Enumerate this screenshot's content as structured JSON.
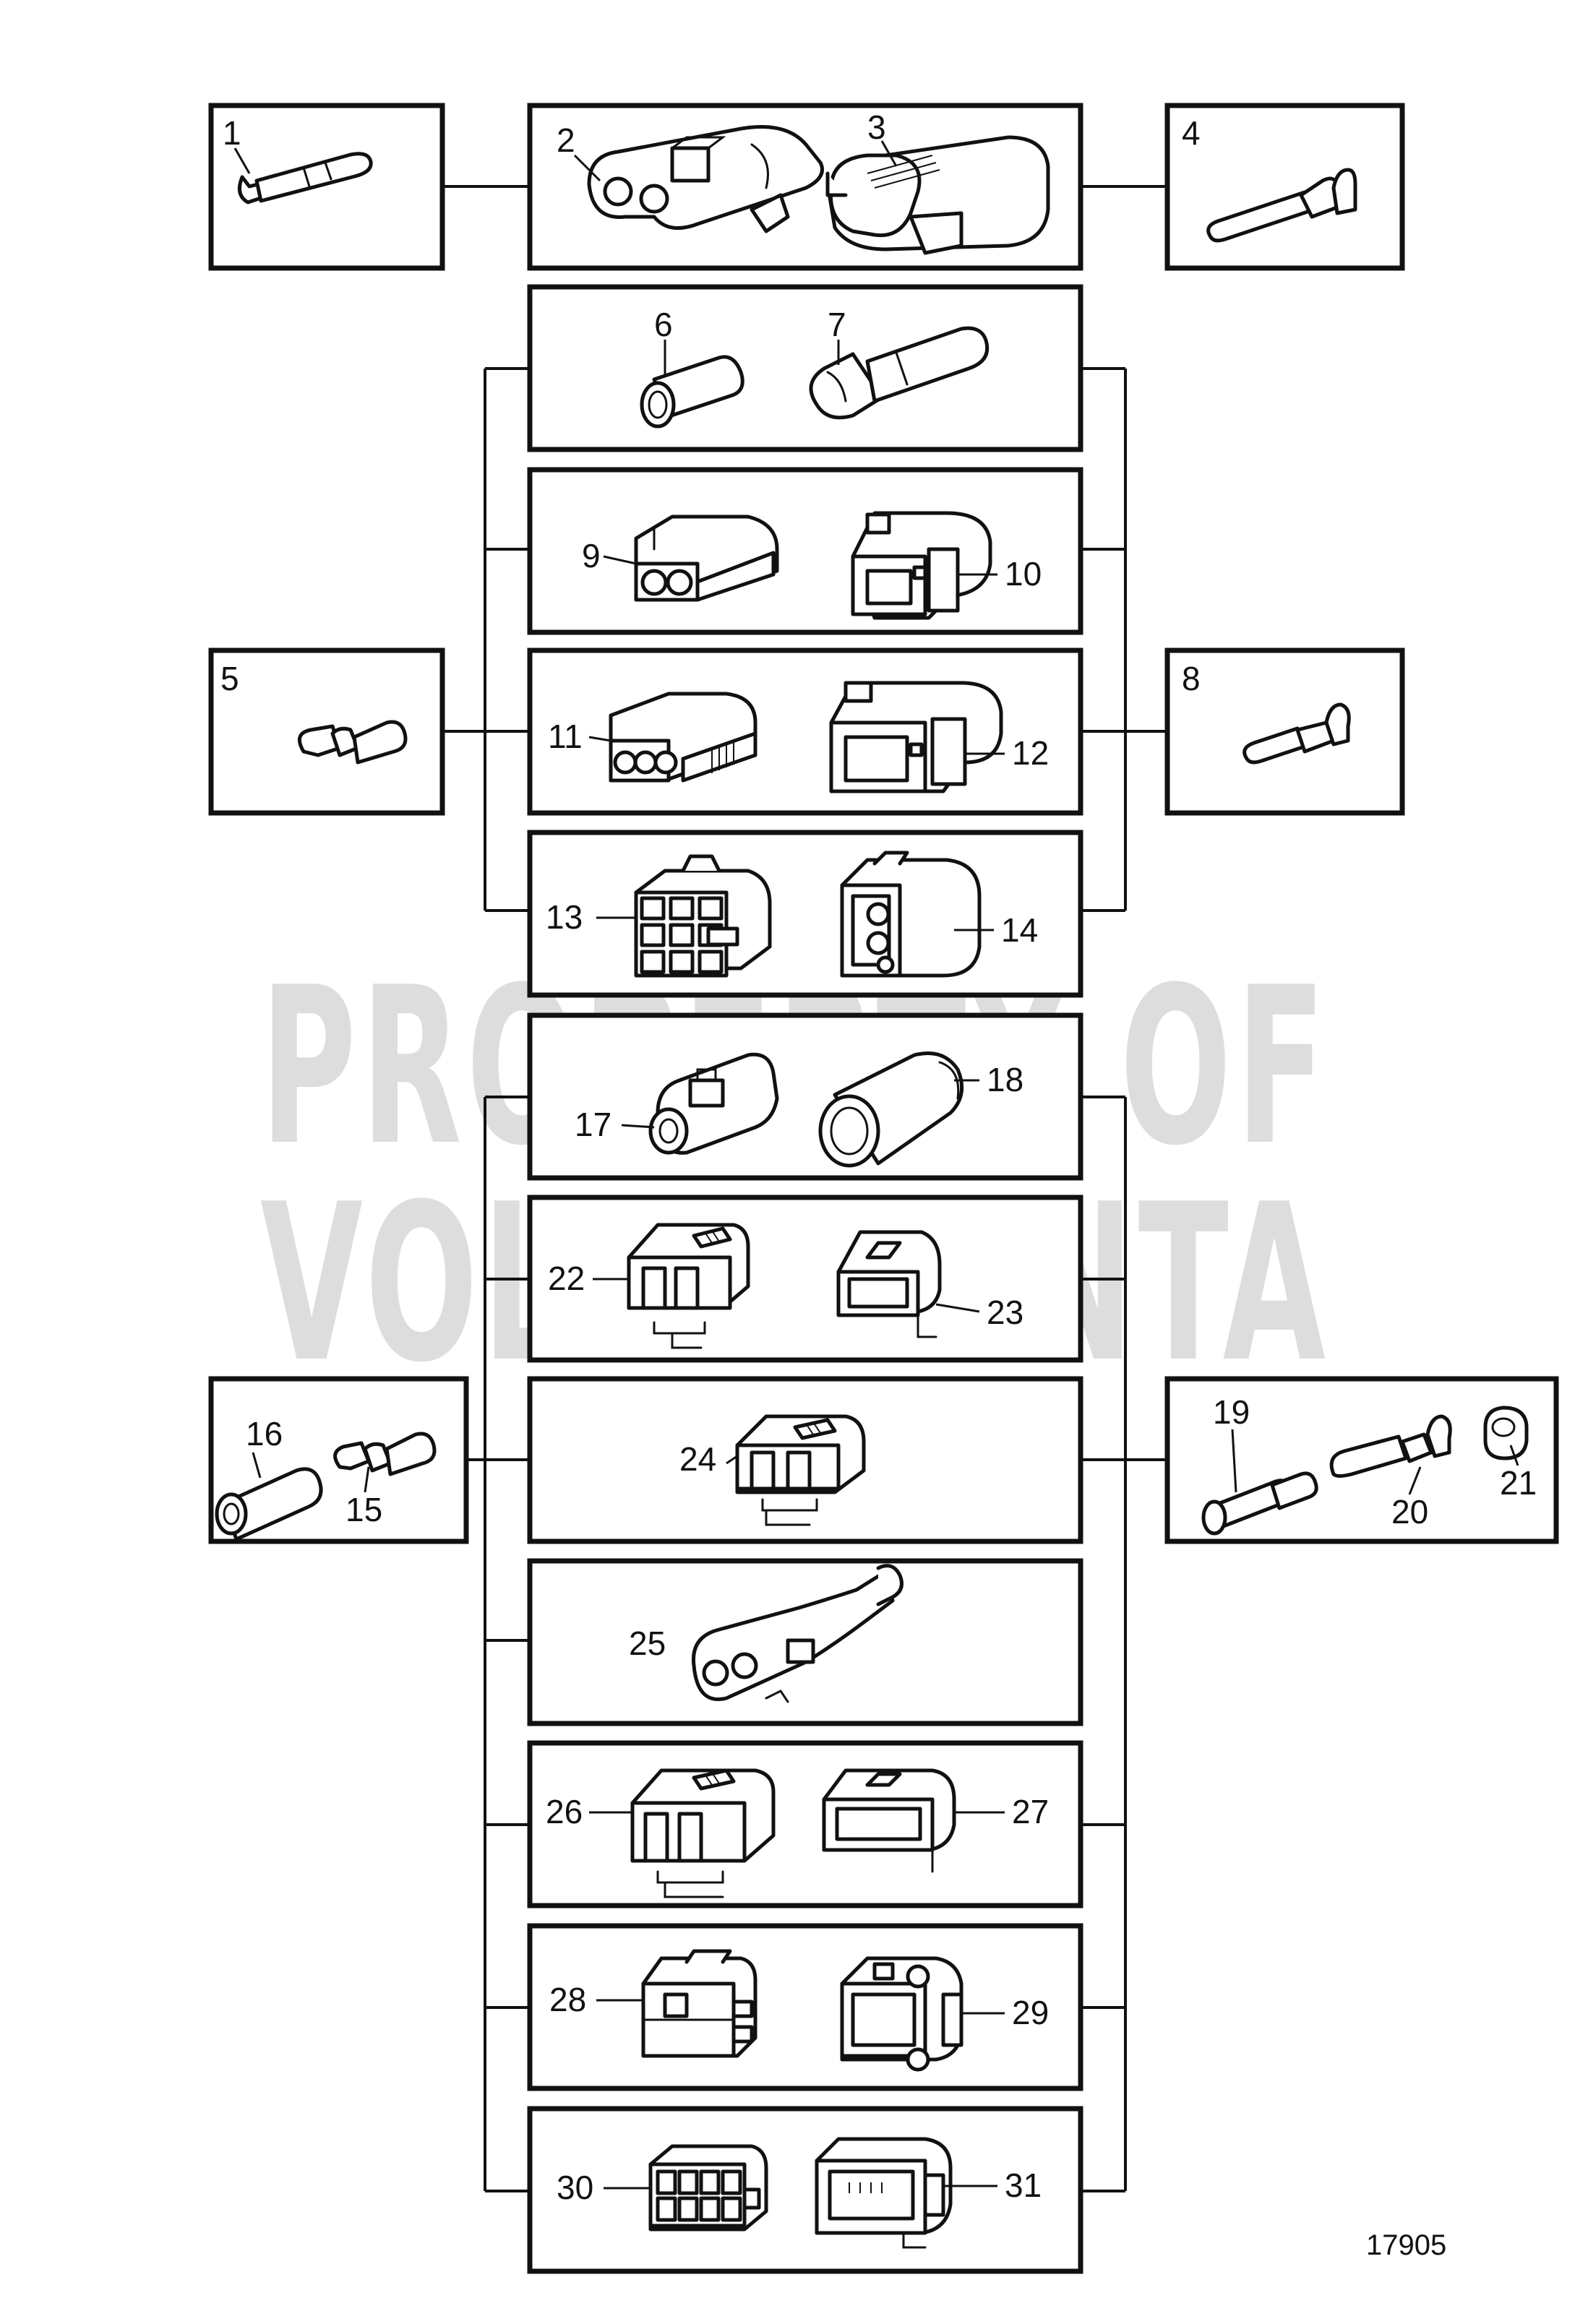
{
  "watermark": {
    "line1": "PROPERTY OF",
    "line2": "VOLVO PENTA"
  },
  "drawing_number": "17905",
  "callouts": {
    "p1": "1",
    "p2": "2",
    "p3": "3",
    "p4": "4",
    "p5": "5",
    "p6": "6",
    "p7": "7",
    "p8": "8",
    "p9": "9",
    "p10": "10",
    "p11": "11",
    "p12": "12",
    "p13": "13",
    "p14": "14",
    "p15": "15",
    "p16": "16",
    "p17": "17",
    "p18": "18",
    "p19": "19",
    "p20": "20",
    "p21": "21",
    "p22": "22",
    "p23": "23",
    "p24": "24",
    "p25": "25",
    "p26": "26",
    "p27": "27",
    "p28": "28",
    "p29": "29",
    "p30": "30",
    "p31": "31"
  },
  "icons": {
    "terminal": "crimp-terminal-icon",
    "housing": "connector-housing-icon",
    "seal": "seal-sleeve-icon"
  }
}
